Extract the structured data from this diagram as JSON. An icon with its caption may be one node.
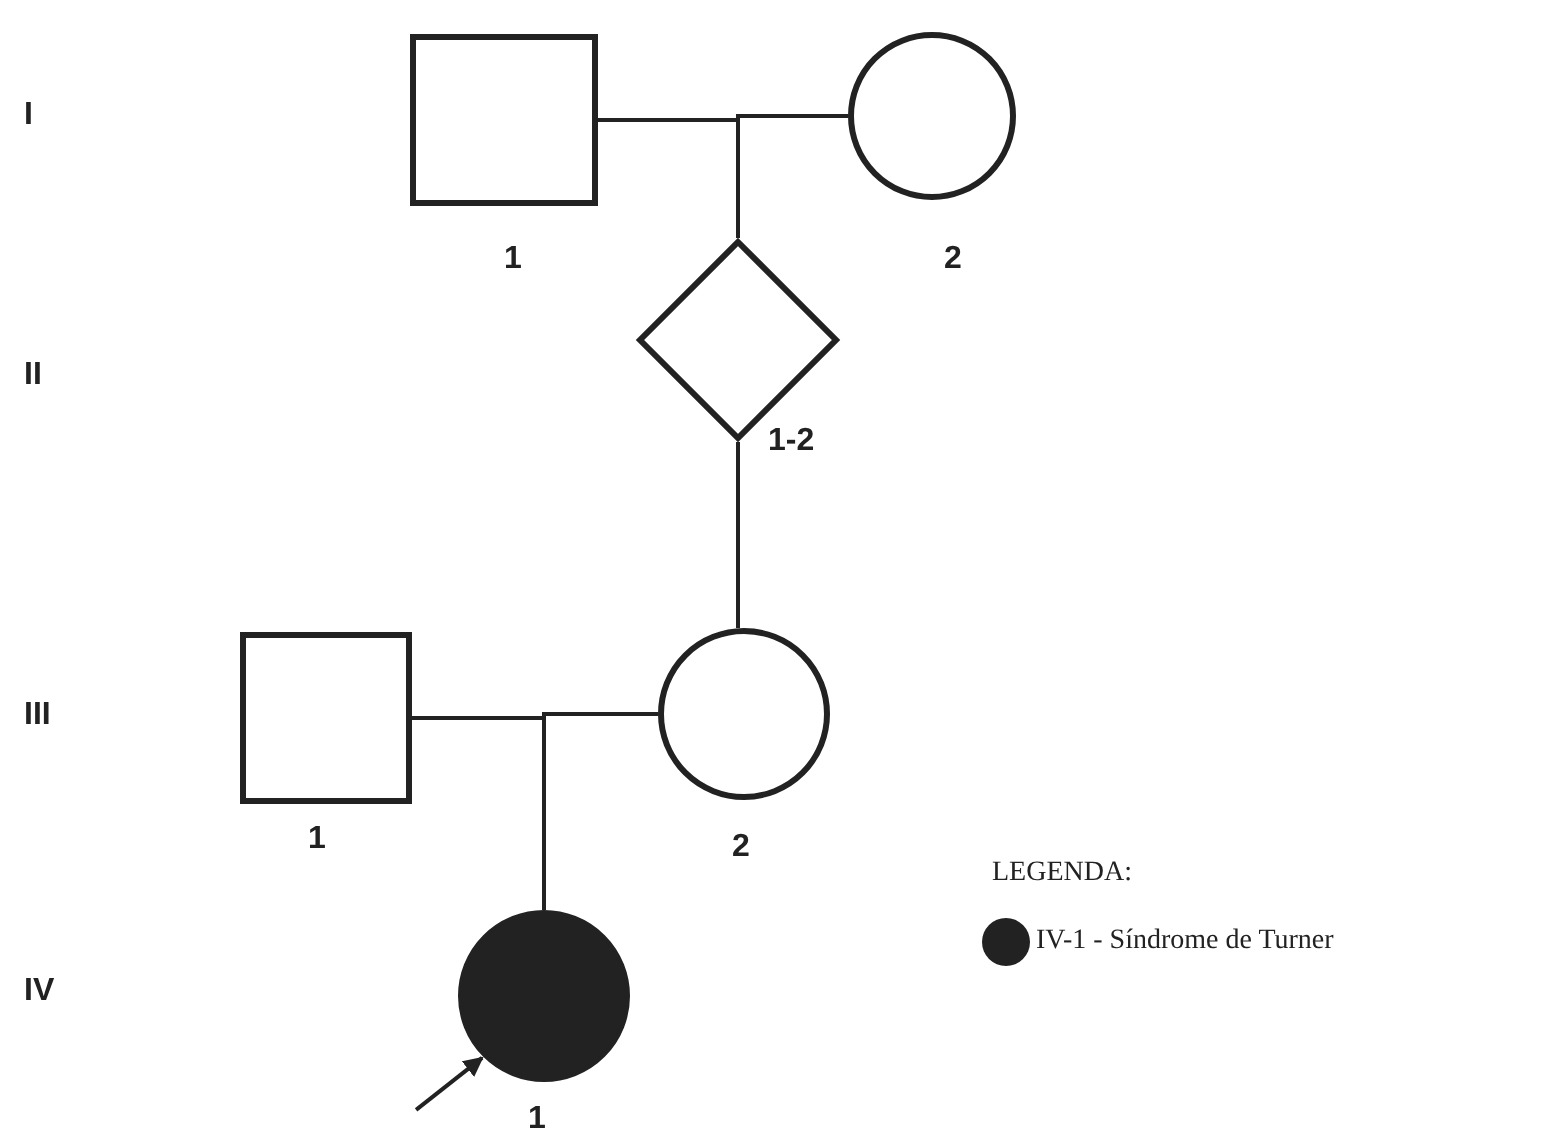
{
  "diagram": {
    "nodes": [
      {
        "text": [],
        "shape": "box",
        "beside": [
          "1"
        ]
      },
      {
        "text": [],
        "shape": "circle",
        "beside": [
          "2"
        ]
      },
      {
        "text": [],
        "shape": "diamond",
        "beside": [
          "1-2"
        ]
      },
      {
        "text": [],
        "shape": "box",
        "beside": [
          "1"
        ]
      },
      {
        "text": [],
        "shape": "circle",
        "beside": [
          "2"
        ]
      },
      {
        "text": [],
        "shape": "disc",
        "beside": [
          "1"
        ]
      }
    ],
    "edges": [
      {
        "from": 0,
        "to": 2,
        "arrow": "none"
      },
      {
        "from": 1,
        "to": 2,
        "arrow": "none"
      },
      {
        "from": 2,
        "to": 4,
        "arrow": "none"
      },
      {
        "from": 3,
        "to": 5,
        "arrow": "none"
      },
      {
        "from": 4,
        "to": 5,
        "arrow": "none"
      },
      {
        "from": null,
        "to": 5,
        "arrow": "to"
      }
    ],
    "labels": [
      "I",
      "II",
      "III",
      "LEGENDA:",
      "IV"
    ],
    "legend": [
      {
        "text": "IV-1 - Síndrome de Turner",
        "color": "#222222"
      }
    ]
  }
}
